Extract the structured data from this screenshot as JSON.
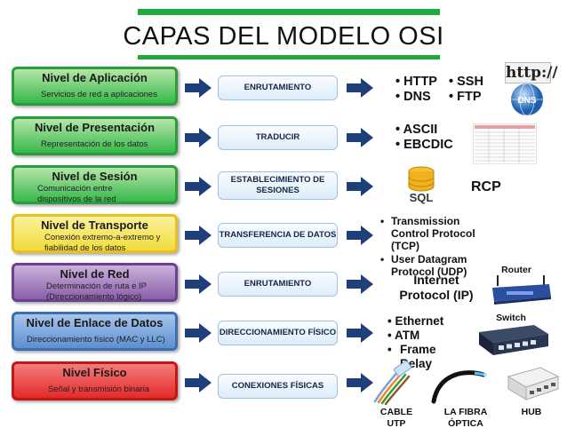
{
  "title": "CAPAS DEL MODELO OSI",
  "layers": [
    {
      "name": "Nivel de Aplicación",
      "desc": "Servicios de red a aplicaciones",
      "function": "ENRUTAMIENTO",
      "color": "#37b84a",
      "fill": "#b5e6a8",
      "border": "#2a9e3c"
    },
    {
      "name": "Nivel de Presentación",
      "desc": "Representación de los datos",
      "function": "TRADUCIR",
      "color": "#37b84a",
      "fill": "#b5e6a8",
      "border": "#2a9e3c"
    },
    {
      "name": "Nivel de Sesión",
      "desc": "Comunicación entre dispositivos de la red",
      "function": "ESTABLECIMIENTO DE SESIONES",
      "color": "#37b84a",
      "fill": "#b5e6a8",
      "border": "#2a9e3c"
    },
    {
      "name": "Nivel de Transporte",
      "desc": "Conexión extremo-a-extremo y fiabilidad de los datos",
      "function": "TRANSFERENCIA DE DATOS",
      "color": "#f0dc3a",
      "fill": "#fbf29a",
      "border": "#e8c020"
    },
    {
      "name": "Nivel de Red",
      "desc": "Determinación de ruta e IP (Direccionamiento lógico)",
      "function": "ENRUTAMIENTO",
      "color": "#8a5ea8",
      "fill": "#c8b2dc",
      "border": "#6e3f90"
    },
    {
      "name": "Nivel de Enlace de Datos",
      "desc": "Direccionamiento físico (MAC y LLC)",
      "function": "DIRECCIONAMIENTO FÍSICO",
      "color": "#5d8fd0",
      "fill": "#a7c6ec",
      "border": "#3e6eb0"
    },
    {
      "name": "Nivel Físico",
      "desc": "Señal y transmisión binaria",
      "function": "CONEXIONES FÍSICAS",
      "color": "#e42a2a",
      "fill": "#f27b7b",
      "border": "#c71515"
    }
  ],
  "protocols": {
    "app": [
      "HTTP",
      "SSH",
      "DNS",
      "FTP"
    ],
    "app_image_text": "http://",
    "app_dns_text": "DNS",
    "presentation": [
      "ASCII",
      "EBCDIC"
    ],
    "session_sql": "SQL",
    "session": "RCP",
    "transport": [
      "Transmission Control Protocol (TCP)",
      "User Datagram Protocol (UDP)"
    ],
    "network": "Internet Protocol (IP)",
    "network_device": "Router",
    "datalink": [
      "Ethernet",
      "ATM",
      "Frame Relay"
    ],
    "datalink_device": "Switch",
    "physical_devices": [
      "CABLE UTP",
      "LA FIBRA ÓPTICA",
      "HUB"
    ]
  }
}
